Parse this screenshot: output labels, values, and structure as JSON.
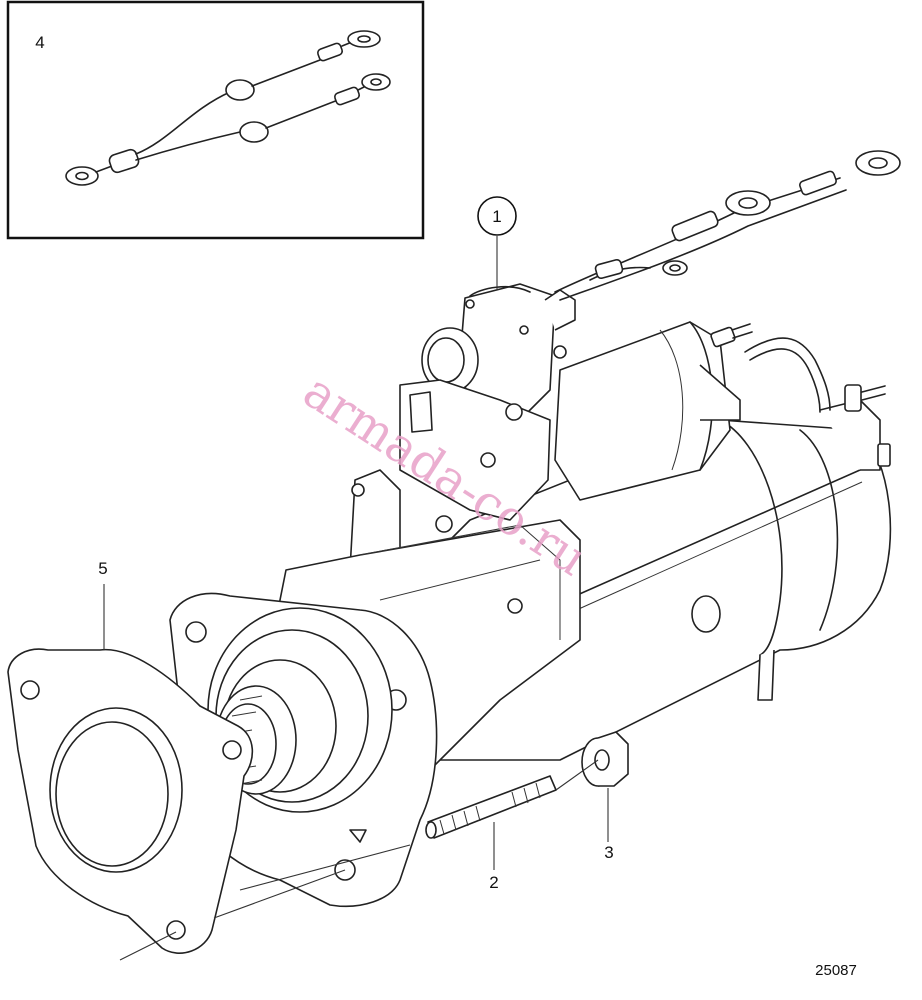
{
  "labels": {
    "item_1": "1",
    "item_2": "2",
    "item_3": "3",
    "item_4": "4",
    "item_5": "5"
  },
  "drawing_number": "25087",
  "watermark": "armada-co.ru"
}
